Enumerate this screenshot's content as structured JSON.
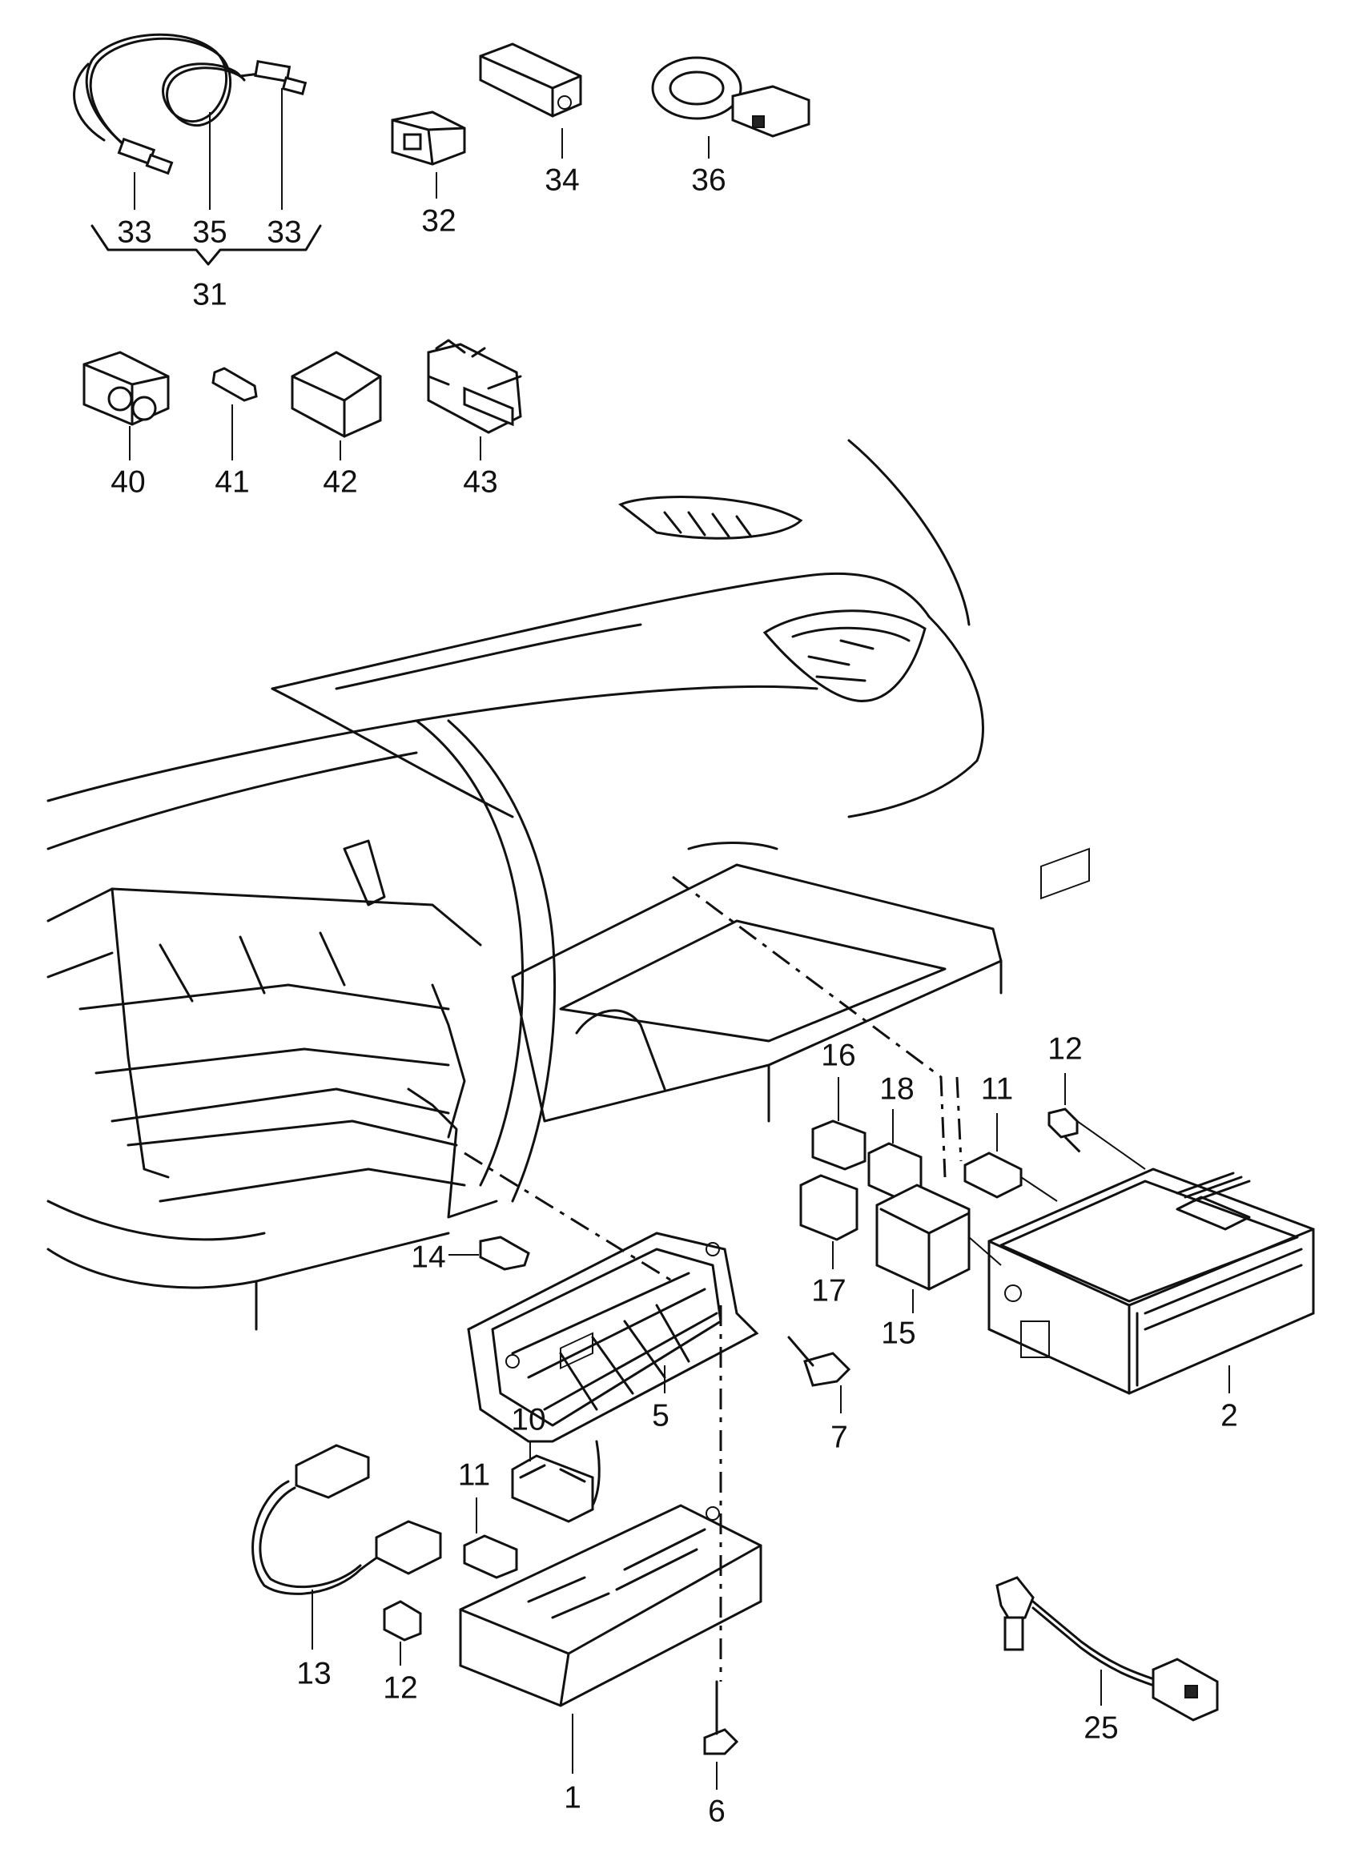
{
  "labels": {
    "p1": "1",
    "p2": "2",
    "p5": "5",
    "p6": "6",
    "p7": "7",
    "p10": "10",
    "p11a": "11",
    "p11b": "11",
    "p12a": "12",
    "p12b": "12",
    "p13": "13",
    "p14": "14",
    "p15": "15",
    "p16": "16",
    "p17": "17",
    "p18": "18",
    "p25": "25",
    "p31": "31",
    "p32": "32",
    "p33a": "33",
    "p33b": "33",
    "p34": "34",
    "p35": "35",
    "p36": "36",
    "p40": "40",
    "p41": "41",
    "p42": "42",
    "p43": "43"
  },
  "icons": {
    "dashboard": "dashboard-assembly-icon",
    "radio_unit": "radio-unit-icon",
    "control_unit": "control-unit-icon",
    "bracket": "mounting-bracket-icon",
    "antenna_cable": "antenna-cable-icon"
  }
}
